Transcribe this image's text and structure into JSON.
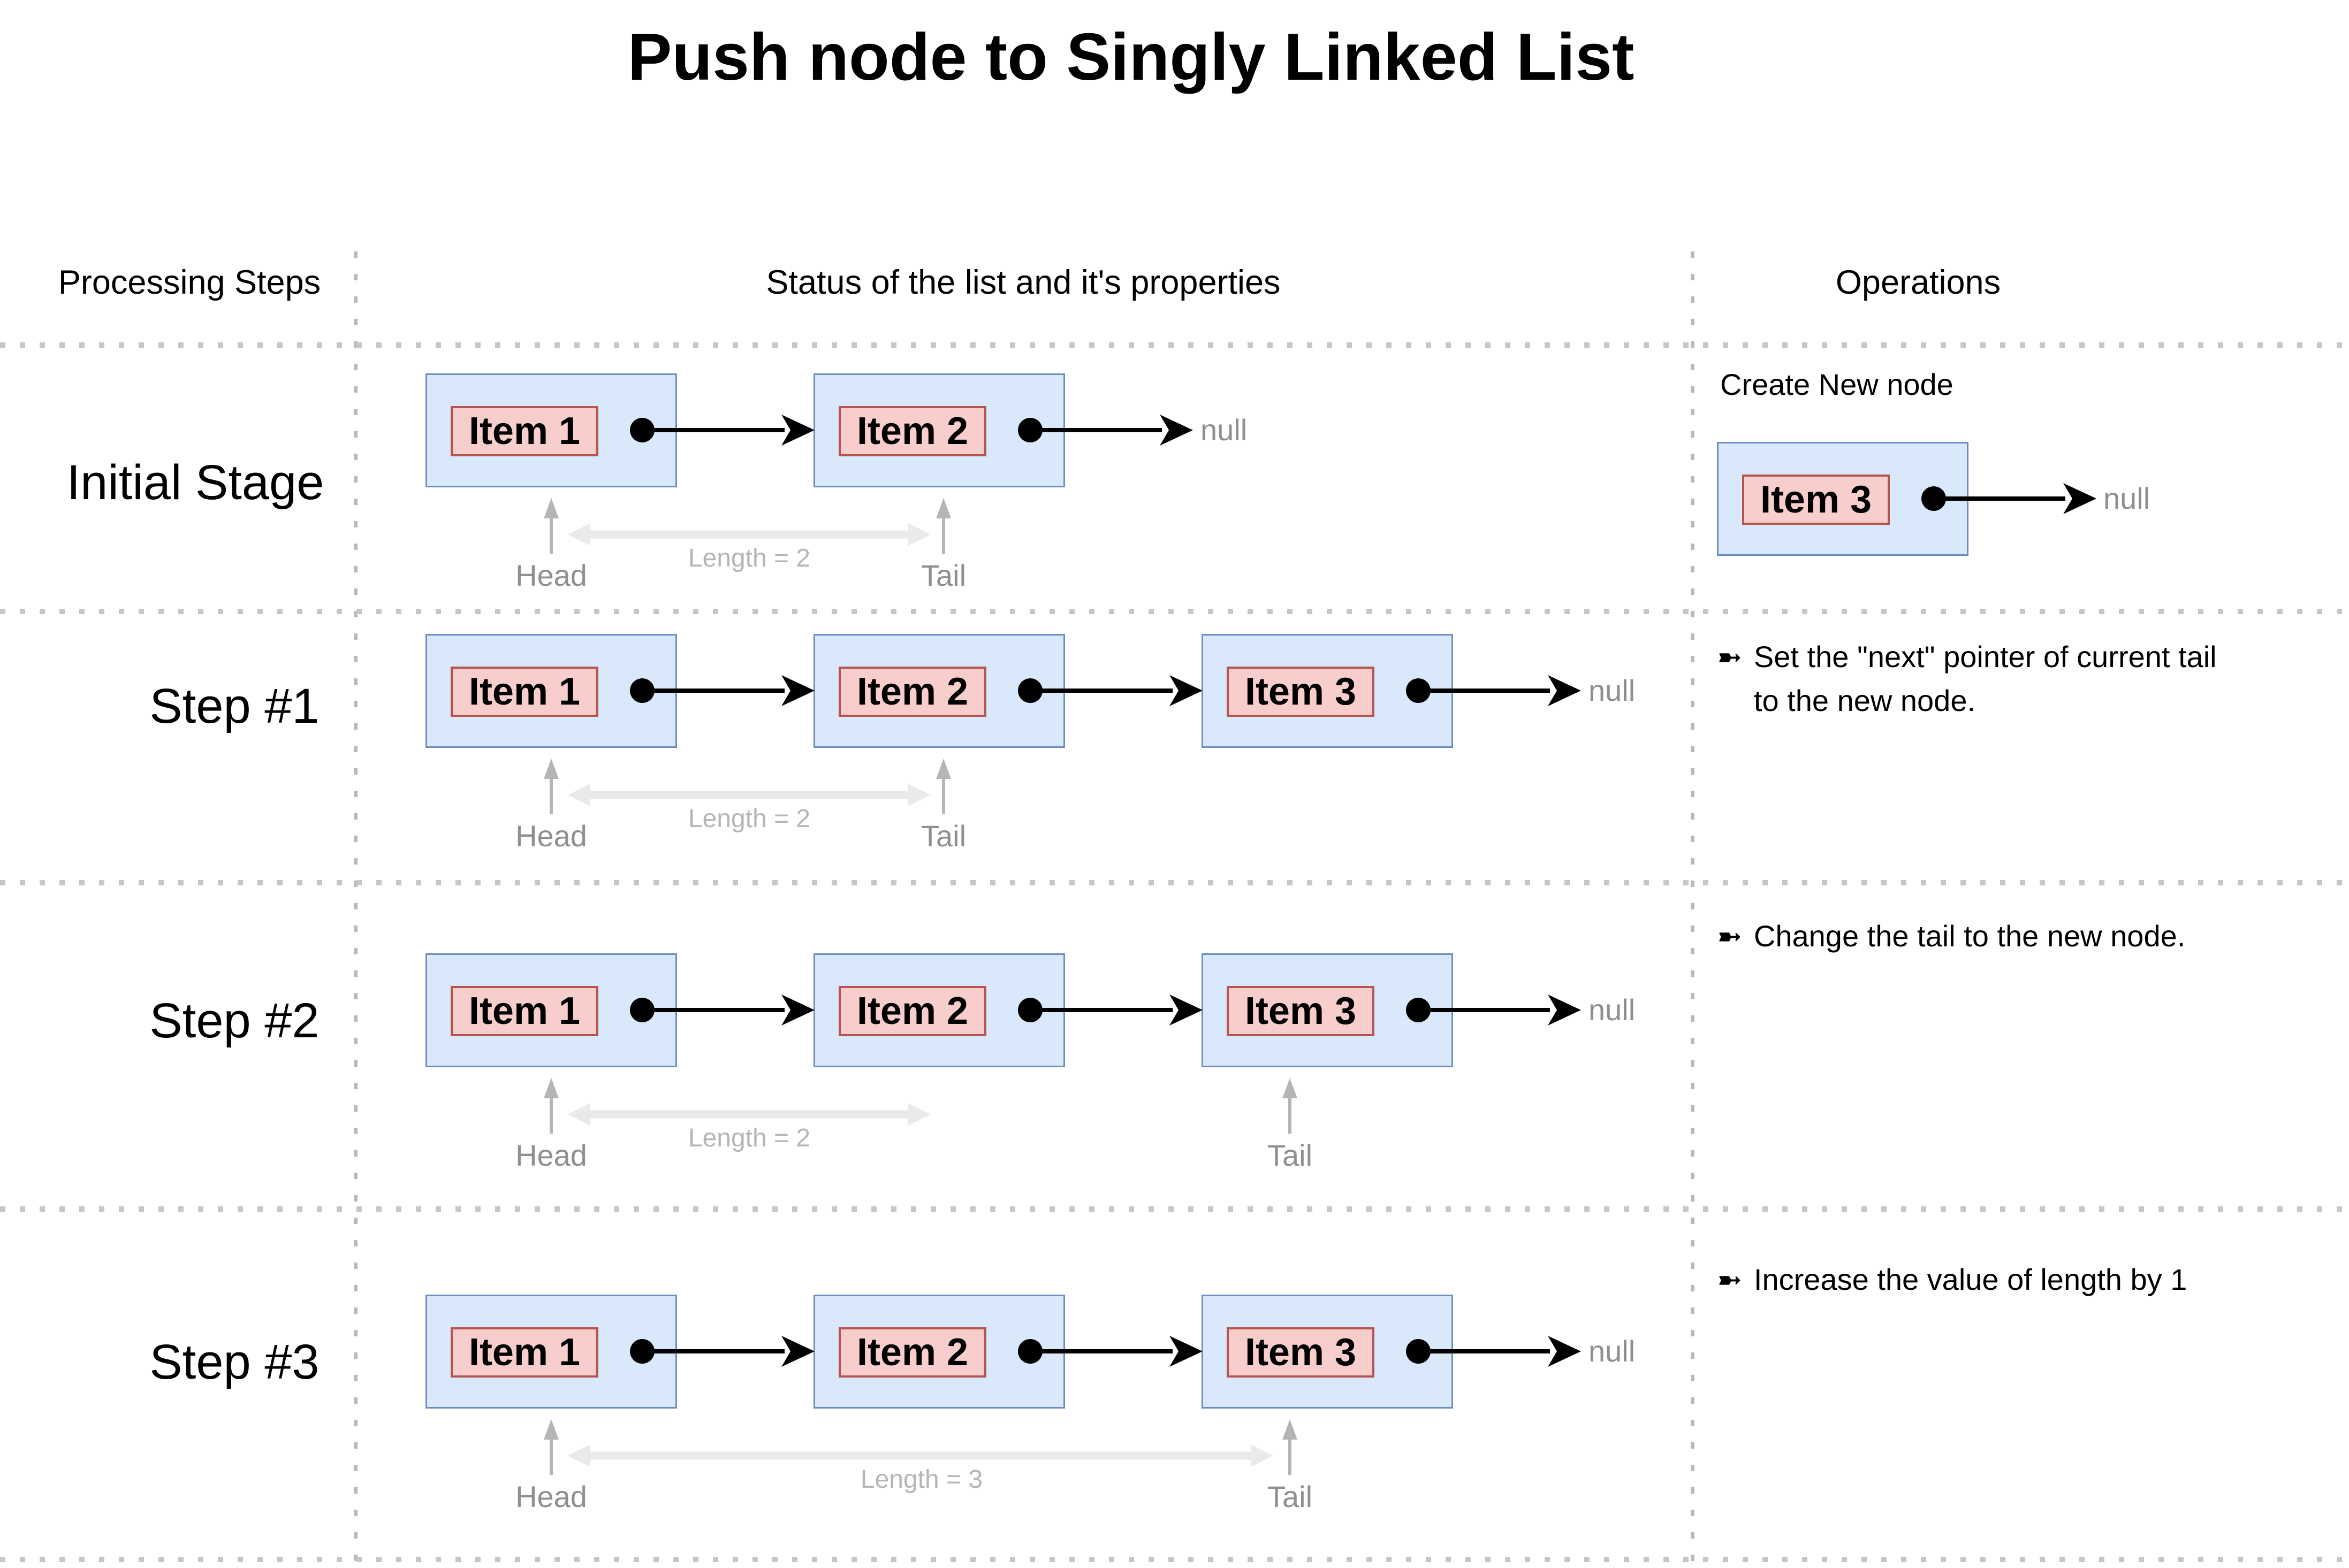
{
  "title": "Push node to Singly Linked List",
  "columns": {
    "processing": "Processing Steps",
    "status": "Status of the list and it's properties",
    "operations": "Operations"
  },
  "colors": {
    "node_fill": "#dae8fc",
    "node_border": "#6c8ebf",
    "item_fill": "#f8cecc",
    "item_border": "#b85450",
    "connector_black": "#000000",
    "pointer_gray_text": "#8f8f8f",
    "pointer_arrow_gray": "#b5b5b5",
    "length_arrow_gray": "#eaeae8",
    "separator_dot_gray": "#c6c6c6",
    "separator_dash_gray": "#b9b9b9"
  },
  "icons": {
    "operation_bullet": "➼",
    "next_pointer": "dot-and-arrow",
    "head_tail_pointer": "up-arrow",
    "length_span": "double-headed-arrow"
  },
  "rows": [
    {
      "label": "Initial Stage",
      "nodes": [
        "Item 1",
        "Item 2"
      ],
      "null_label": "null",
      "head_label": "Head",
      "tail_label": "Tail",
      "length_label": "Length = 2",
      "op_heading": "Create New node",
      "op_node_label": "Item 3",
      "op_null_label": "null"
    },
    {
      "label": "Step #1",
      "nodes": [
        "Item 1",
        "Item 2",
        "Item 3"
      ],
      "null_label": "null",
      "head_label": "Head",
      "tail_label": "Tail",
      "length_label": "Length = 2",
      "op_bullet": "➼",
      "op_line1": "Set the \"next\" pointer of current tail",
      "op_line2": "to the new node."
    },
    {
      "label": "Step #2",
      "nodes": [
        "Item 1",
        "Item 2",
        "Item 3"
      ],
      "null_label": "null",
      "head_label": "Head",
      "tail_label": "Tail",
      "length_label": "Length = 2",
      "op_bullet": "➼",
      "op_line1": "Change the tail to the new node."
    },
    {
      "label": "Step #3",
      "nodes": [
        "Item 1",
        "Item 2",
        "Item 3"
      ],
      "null_label": "null",
      "head_label": "Head",
      "tail_label": "Tail",
      "length_label": "Length = 3",
      "op_bullet": "➼",
      "op_line1": "Increase the value of length by 1"
    }
  ]
}
